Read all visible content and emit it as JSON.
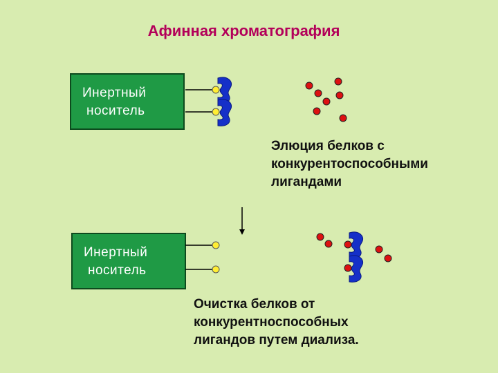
{
  "title": "Афинная хроматография",
  "carrier_top": {
    "line1": "Инертный",
    "line2": "носитель"
  },
  "carrier_bottom": {
    "line1": "Инертный",
    "line2": "носитель"
  },
  "elution_text": {
    "line1": "Элюция белков с",
    "line2": "конкурентоспособными",
    "line3": "лигандами"
  },
  "cleanup_text": {
    "line1": "Очистка белков от",
    "line2": "конкурентноспособных",
    "line3": "лигандов путем диализа."
  },
  "colors": {
    "background": "#d8ecb0",
    "title": "#b3005a",
    "carrier": "#1f9a45",
    "protein": "#1530c8",
    "ligand_yellow": "#ffee33",
    "ligand_red": "#dd1111"
  }
}
